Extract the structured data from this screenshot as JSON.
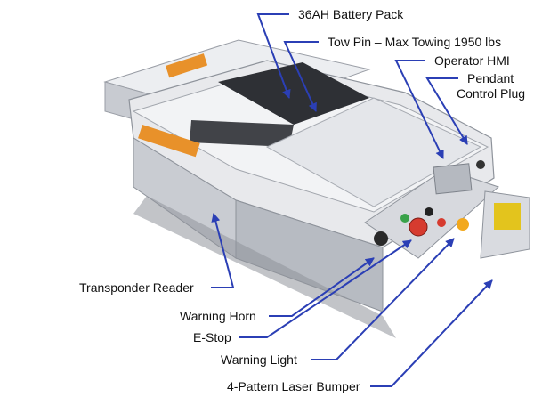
{
  "callouts": {
    "battery": "36AH Battery Pack",
    "tow_pin": "Tow Pin – Max Towing 1950 lbs",
    "hmi": "Operator HMI",
    "pendant_line1": "Pendant",
    "pendant_line2": "Control Plug",
    "transponder": "Transponder Reader",
    "horn": "Warning Horn",
    "estop": "E-Stop",
    "light": "Warning Light",
    "bumper": "4-Pattern Laser Bumper"
  },
  "colors": {
    "leader": "#2b3fb5",
    "body": "#e8e9ec",
    "panel": "#d3d5da",
    "dark_panel": "#2e3035",
    "accent_orange": "#e8912a",
    "estop_red": "#d63b2f",
    "bumper_yellow": "#e3c41d"
  }
}
